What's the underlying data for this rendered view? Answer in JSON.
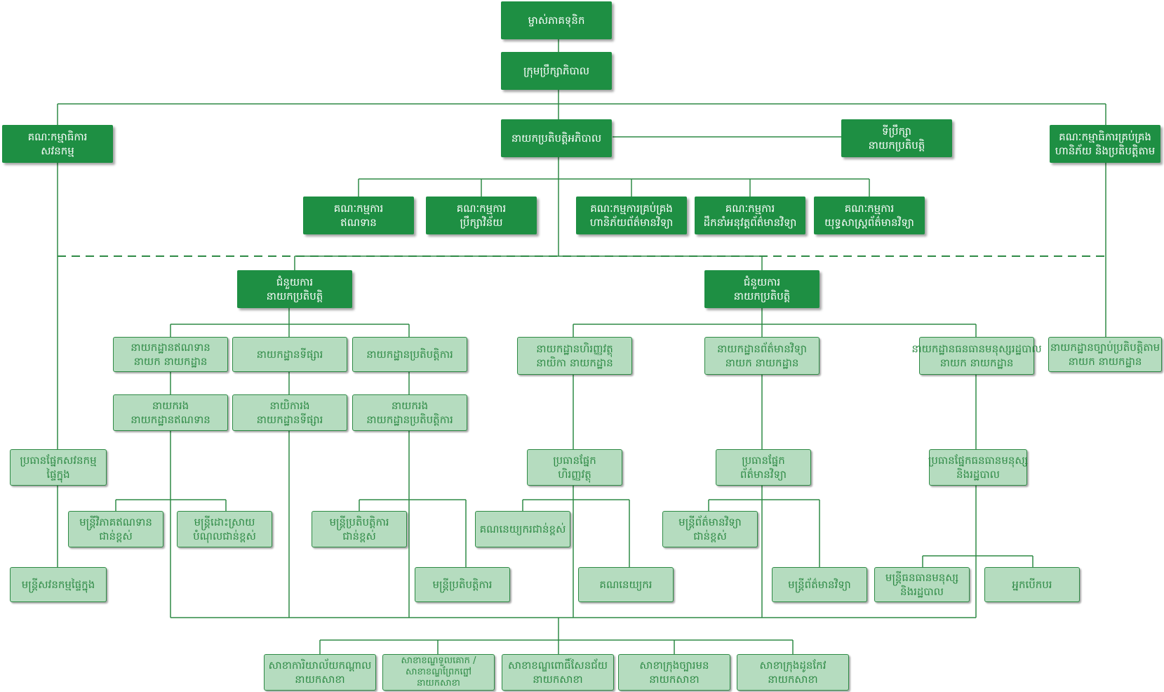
{
  "colors": {
    "dark_box": "#1e8f43",
    "light_box": "#b5dcbf",
    "line": "#2e8a45"
  },
  "nodes": {
    "shareholders": {
      "lines": [
        "ម្ចាស់ភាគទុនិក"
      ]
    },
    "board": {
      "lines": [
        "ក្រុមប្រឹក្សាភិបាល"
      ]
    },
    "audit_committee": {
      "lines": [
        "គណៈកម្មាធិការ",
        "សវនកម្ម"
      ]
    },
    "risk_committee": {
      "lines": [
        "គណៈកម្មាធិការគ្រប់គ្រង",
        "ហានិភ័យ និងប្រតិបត្តិតាម"
      ]
    },
    "ceo": {
      "lines": [
        "នាយកប្រតិបត្តិអភិបាល"
      ]
    },
    "ceo_advisor": {
      "lines": [
        "ទីប្រឹក្សា",
        "នាយកប្រតិបត្តិ"
      ]
    },
    "credit_committee": {
      "lines": [
        "គណៈកម្មការ",
        "ឥណទាន"
      ]
    },
    "advisory_committee": {
      "lines": [
        "គណៈកម្មការ",
        "ប្រឹក្សាវិន័យ"
      ]
    },
    "it_risk_committee": {
      "lines": [
        "គណៈកម្មការគ្រប់គ្រង",
        "ហានិភ័យព័ត៌មានវិទ្យា"
      ]
    },
    "it_steering_committee": {
      "lines": [
        "គណៈកម្មការ",
        "ដឹកនាំអនុវត្តព័ត៌មានវិទ្យា"
      ]
    },
    "it_strategy_committee": {
      "lines": [
        "គណៈកម្មការ",
        "យុទ្ធសាស្ត្រព័ត៌មានវិទ្យា"
      ]
    },
    "deputy_ceo_1": {
      "lines": [
        "ជំនួយការ",
        "នាយកប្រតិបត្តិ"
      ]
    },
    "deputy_ceo_2": {
      "lines": [
        "ជំនួយការ",
        "នាយកប្រតិបត្តិ"
      ]
    },
    "credit_dept": {
      "lines": [
        "នាយកដ្ឋានឥណទាន",
        "នាយក នាយកដ្ឋាន"
      ]
    },
    "market_dept": {
      "lines": [
        "នាយកដ្ឋានទីផ្សារ"
      ]
    },
    "operations_dept": {
      "lines": [
        "នាយកដ្ឋានប្រតិបត្តិការ"
      ]
    },
    "finance_dept": {
      "lines": [
        "នាយកដ្ឋានហិរញ្ញវត្ថុ",
        "នាយិកា នាយកដ្ឋាន"
      ]
    },
    "it_dept": {
      "lines": [
        "នាយកដ្ឋានព័ត៌មានវិទ្យា",
        "នាយក នាយកដ្ឋាន"
      ]
    },
    "hr_dept": {
      "lines": [
        "នាយកដ្ឋានធនធានមនុស្សរដ្ឋបាល",
        "នាយក នាយកដ្ឋាន"
      ]
    },
    "compliance_dept": {
      "lines": [
        "នាយកដ្ឋានច្បាប់ប្រតិបត្តិតាម",
        "នាយក នាយកដ្ឋាន"
      ]
    },
    "credit_deputy": {
      "lines": [
        "នាយករង",
        "នាយកដ្ឋានឥណទាន"
      ]
    },
    "market_deputy": {
      "lines": [
        "នាយិការង",
        "នាយកដ្ឋានទីផ្សារ"
      ]
    },
    "operations_deputy": {
      "lines": [
        "នាយករង",
        "នាយកដ្ឋានប្រតិបត្តិការ"
      ]
    },
    "internal_audit_head": {
      "lines": [
        "ប្រធានផ្នែកសវនកម្ម",
        "ផ្ទៃក្នុង"
      ]
    },
    "finance_head": {
      "lines": [
        "ប្រធានផ្នែក",
        "ហិរញ្ញវត្ថុ"
      ]
    },
    "it_head": {
      "lines": [
        "ប្រធានផ្នែក",
        "ព័ត៌មានវិទ្យា"
      ]
    },
    "hr_head": {
      "lines": [
        "ប្រធានផ្នែកធនធានមនុស្ស",
        "និងរដ្ឋបាល"
      ]
    },
    "credit_analyst": {
      "lines": [
        "មន្ត្រីវិភាគឥណទាន",
        "ជាន់ខ្ពស់"
      ]
    },
    "debt_recovery": {
      "lines": [
        "មន្ត្រីដោះស្រាយ",
        "បំណុលជាន់ខ្ពស់"
      ]
    },
    "senior_ops_officer": {
      "lines": [
        "មន្ត្រីប្រតិបត្តិការ",
        "ជាន់ខ្ពស់"
      ]
    },
    "ops_officer": {
      "lines": [
        "មន្ត្រីប្រតិបត្តិការ"
      ]
    },
    "senior_accountant": {
      "lines": [
        "គណនេយ្យករជាន់ខ្ពស់"
      ]
    },
    "accountant": {
      "lines": [
        "គណនេយ្យករ"
      ]
    },
    "senior_it_officer": {
      "lines": [
        "មន្ត្រីព័ត៌មានវិទ្យា",
        "ជាន់ខ្ពស់"
      ]
    },
    "it_officer": {
      "lines": [
        "មន្ត្រីព័ត៌មានវិទ្យា"
      ]
    },
    "hr_officer": {
      "lines": [
        "មន្ត្រីធនធានមនុស្ស",
        "និងរដ្ឋបាល"
      ]
    },
    "driver": {
      "lines": [
        "អ្នកបើកបរ"
      ]
    },
    "internal_audit_officer": {
      "lines": [
        "មន្ត្រីសវនកម្មផ្ទៃក្នុង"
      ]
    },
    "branch_head_office": {
      "lines": [
        "សាខាការិយាល័យកណ្តាល",
        "នាយកសាខា"
      ]
    },
    "branch_2": {
      "lines": [
        "សាខាខណ្ឌទួលគោក /",
        "សាខាខណ្ឌព្រែកព្នៅ",
        "នាយកសាខា"
      ]
    },
    "branch_3": {
      "lines": [
        "សាខាខណ្ឌពោធិ៍សែនជ័យ",
        "នាយកសាខា"
      ]
    },
    "branch_4": {
      "lines": [
        "សាខាក្រុងច្បារមន",
        "នាយកសាខា"
      ]
    },
    "branch_5": {
      "lines": [
        "សាខាក្រុងដូនកែវ",
        "នាយកសាខា"
      ]
    }
  }
}
